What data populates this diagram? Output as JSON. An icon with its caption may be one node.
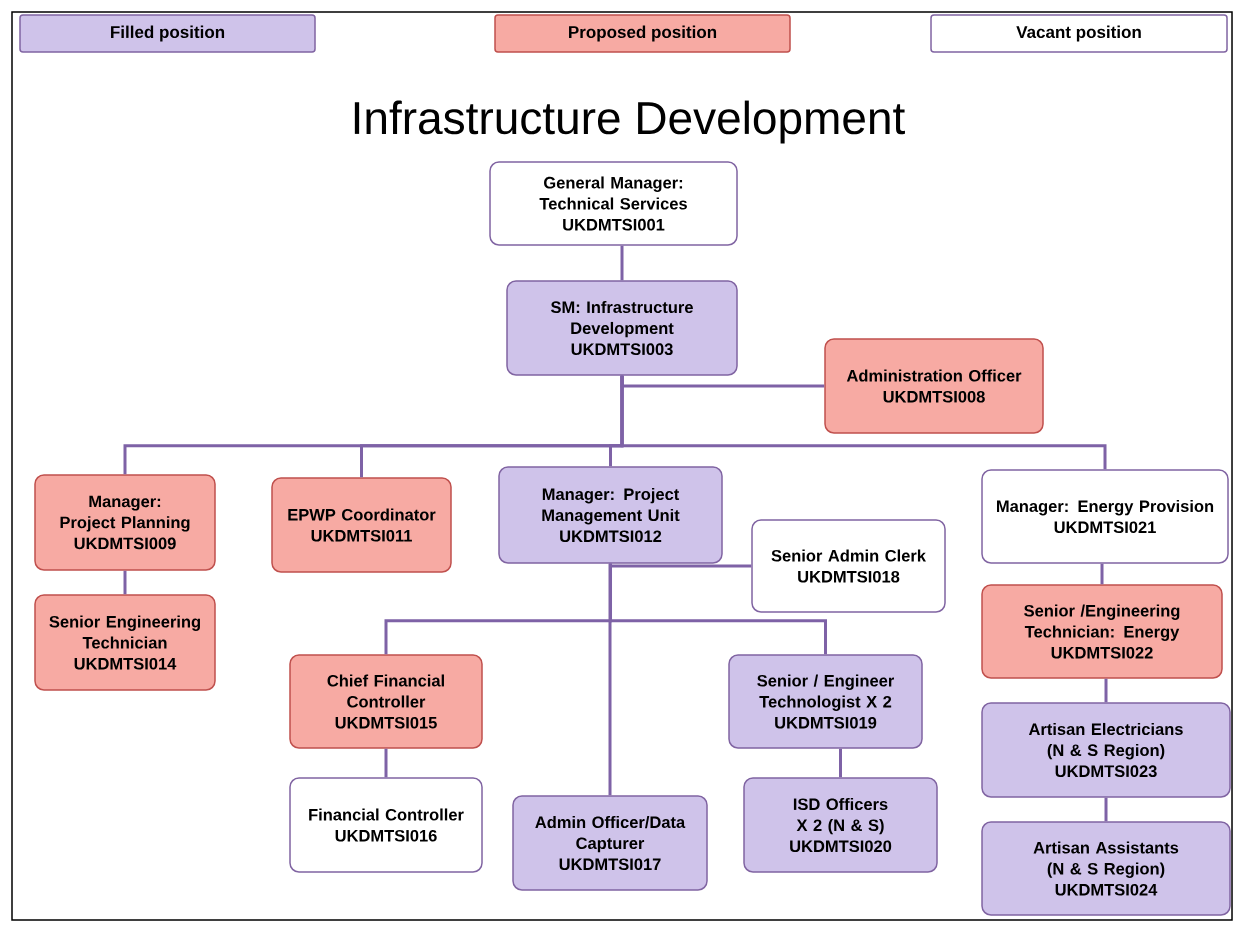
{
  "diagram": {
    "title": "Infrastructure Development",
    "nodes": [
      {
        "text": [
          "General Manager: Technical Services",
          "UKDMTSI001"
        ]
      },
      {
        "text": [
          "SM: Infrastructure Development",
          "UKDMTSI003"
        ]
      },
      {
        "text": [
          "Administration Officer",
          "UKDMTSI008"
        ]
      },
      {
        "text": [
          "Manager: Project Planning",
          "UKDMTSI009"
        ]
      },
      {
        "text": [
          "Senior Engineering Technician",
          "UKDMTSI014"
        ]
      },
      {
        "text": [
          "EPWP Coordinator",
          "UKDMTSI011"
        ]
      },
      {
        "text": [
          "Manager: Project Management Unit",
          "UKDMTSI012"
        ]
      },
      {
        "text": [
          "Senior Admin Clerk",
          "UKDMTSI018"
        ]
      },
      {
        "text": [
          "Chief Financial Controller",
          "UKDMTSI015"
        ]
      },
      {
        "text": [
          "Financial Controller",
          "UKDMTSI016"
        ]
      },
      {
        "text": [
          "Admin Officer/Data Capturer",
          "UKDMTSI017"
        ]
      },
      {
        "text": [
          "Senior / Engineer Technologist X 2",
          "UKDMTSI019"
        ]
      },
      {
        "text": [
          "ISD Officers X 2 (N & S)",
          "UKDMTSI020"
        ]
      },
      {
        "text": [
          "Manager: Energy Provision",
          "UKDMTSI021"
        ]
      },
      {
        "text": [
          "Senior /Engineering Technician: Energy",
          "UKDMTSI022"
        ]
      },
      {
        "text": [
          "Artisan Electricians (N & S Region)",
          "UKDMTSI023"
        ]
      },
      {
        "text": [
          "Artisan Assistants (N & S Region)",
          "UKDMTSI024"
        ]
      }
    ],
    "edges": [
      {
        "from": 0,
        "to": 1,
        "arrow": "none"
      },
      {
        "from": 1,
        "to": 2,
        "arrow": "none"
      },
      {
        "from": 1,
        "to": 3,
        "arrow": "none"
      },
      {
        "from": 1,
        "to": 5,
        "arrow": "none"
      },
      {
        "from": 1,
        "to": 6,
        "arrow": "none"
      },
      {
        "from": 1,
        "to": 13,
        "arrow": "none"
      },
      {
        "from": 3,
        "to": 4,
        "arrow": "none"
      },
      {
        "from": 6,
        "to": 7,
        "arrow": "none"
      },
      {
        "from": 6,
        "to": 8,
        "arrow": "none"
      },
      {
        "from": 6,
        "to": 10,
        "arrow": "none"
      },
      {
        "from": 6,
        "to": 11,
        "arrow": "none"
      },
      {
        "from": 8,
        "to": 9,
        "arrow": "none"
      },
      {
        "from": 11,
        "to": 12,
        "arrow": "none"
      },
      {
        "from": 13,
        "to": 14,
        "arrow": "none"
      },
      {
        "from": 14,
        "to": 15,
        "arrow": "none"
      },
      {
        "from": 15,
        "to": 16,
        "arrow": "none"
      }
    ],
    "legend": [
      {
        "text": "Filled position",
        "color": "#cfc3ea"
      },
      {
        "text": "Proposed position",
        "color": "#f7aaa3"
      },
      {
        "text": "Vacant position"
      }
    ]
  }
}
